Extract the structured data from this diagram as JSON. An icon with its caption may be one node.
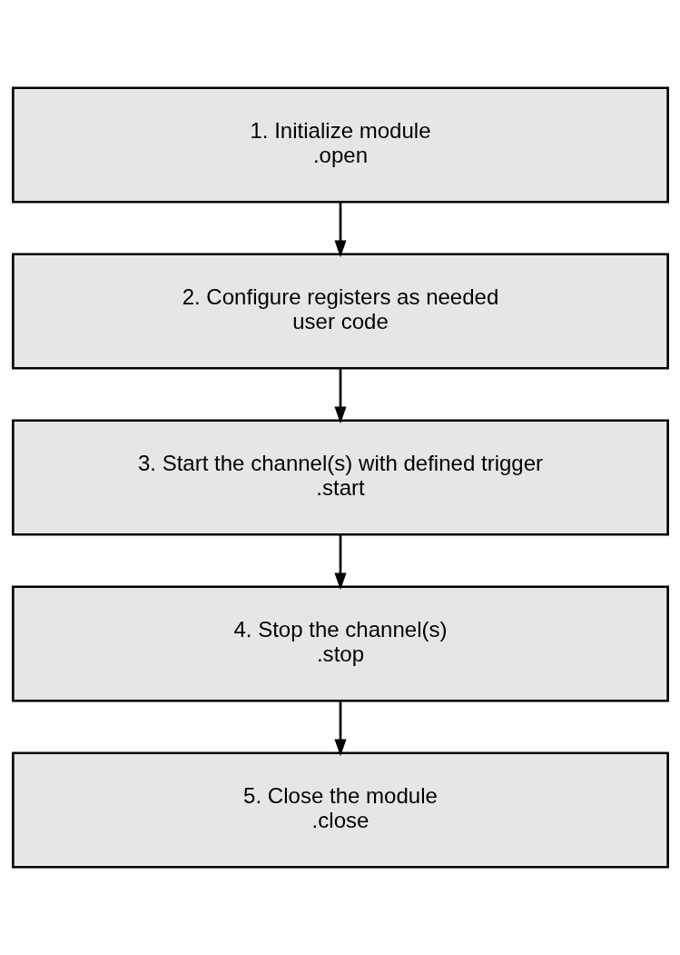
{
  "diagram": {
    "nodes": [
      {
        "text": [
          "1. Initialize module",
          ".open"
        ]
      },
      {
        "text": [
          "2. Configure registers as needed",
          "user code"
        ]
      },
      {
        "text": [
          "3. Start the channel(s) with defined trigger",
          ".start"
        ]
      },
      {
        "text": [
          "4. Stop the channel(s)",
          ".stop"
        ]
      },
      {
        "text": [
          "5. Close the module",
          ".close"
        ]
      }
    ],
    "edges": [
      {
        "from": 0,
        "to": 1,
        "arrow": "to"
      },
      {
        "from": 1,
        "to": 2,
        "arrow": "to"
      },
      {
        "from": 2,
        "to": 3,
        "arrow": "to"
      },
      {
        "from": 3,
        "to": 4,
        "arrow": "to"
      }
    ]
  }
}
